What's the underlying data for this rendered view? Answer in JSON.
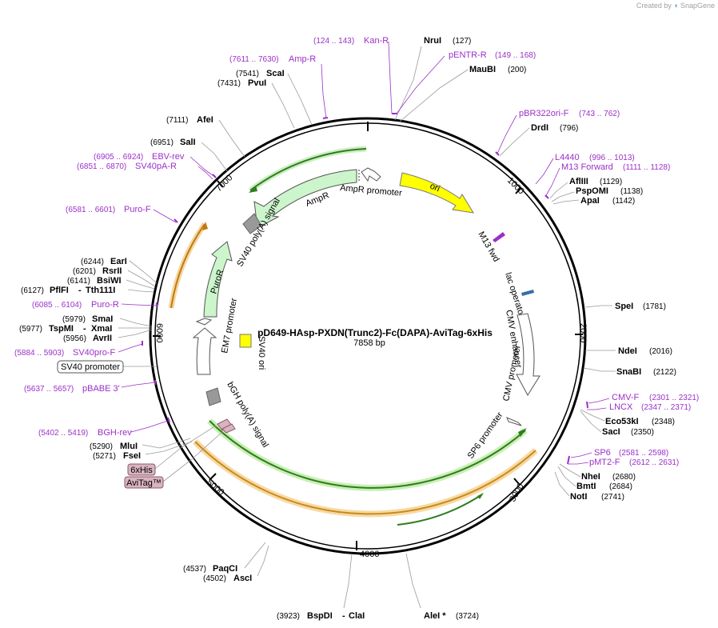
{
  "credit": {
    "prefix": "Created by",
    "brand": "SnapGene"
  },
  "plasmid": {
    "name": "pD649-HAsp-PXDN(Trunc2)-Fc(DAPA)-AviTag-6xHis",
    "length": "7858 bp"
  },
  "ticks": [
    "1000",
    "2000",
    "3000",
    "4000",
    "5000",
    "6000",
    "7000"
  ],
  "enzymes": [
    {
      "name": "NruI",
      "pos": "(127)"
    },
    {
      "name": "MauBI",
      "pos": "(200)"
    },
    {
      "name": "DrdI",
      "pos": "(796)"
    },
    {
      "name": "AflIII",
      "pos": "(1129)"
    },
    {
      "name": "PspOMI",
      "pos": "(1138)"
    },
    {
      "name": "ApaI",
      "pos": "(1142)"
    },
    {
      "name": "SpeI",
      "pos": "(1781)"
    },
    {
      "name": "NdeI",
      "pos": "(2016)"
    },
    {
      "name": "SnaBI",
      "pos": "(2122)"
    },
    {
      "name": "Eco53kI",
      "pos": "(2348)"
    },
    {
      "name": "SacI",
      "pos": "(2350)"
    },
    {
      "name": "NheI",
      "pos": "(2680)"
    },
    {
      "name": "BmtI",
      "pos": "(2684)"
    },
    {
      "name": "NotI",
      "pos": "(2741)"
    },
    {
      "name": "AleI *",
      "pos": "(3724)"
    },
    {
      "name": "BspDI",
      "pos": "(3923)",
      "alt": "ClaI"
    },
    {
      "name": "AscI",
      "pos": "(4502)"
    },
    {
      "name": "PaqCI",
      "pos": "(4537)"
    },
    {
      "name": "FseI",
      "pos": "(5271)"
    },
    {
      "name": "MluI",
      "pos": "(5290)"
    },
    {
      "name": "AvrII",
      "pos": "(5956)"
    },
    {
      "name": "TspMI",
      "pos": "(5977)",
      "alt": "XmaI"
    },
    {
      "name": "SmaI",
      "pos": "(5979)"
    },
    {
      "name": "PflFI",
      "pos": "(6127)",
      "alt": "Tth111I"
    },
    {
      "name": "BsiWI",
      "pos": "(6141)"
    },
    {
      "name": "RsrII",
      "pos": "(6201)"
    },
    {
      "name": "EarI",
      "pos": "(6244)"
    },
    {
      "name": "SalI",
      "pos": "(6951)"
    },
    {
      "name": "AfeI",
      "pos": "(7111)"
    },
    {
      "name": "PvuI",
      "pos": "(7431)"
    },
    {
      "name": "ScaI",
      "pos": "(7541)"
    }
  ],
  "primers": [
    {
      "name": "Kan-R",
      "range": "(124 .. 143)"
    },
    {
      "name": "pENTR-R",
      "range": "(149 .. 168)"
    },
    {
      "name": "Amp-R",
      "range": "(7611 .. 7630)"
    },
    {
      "name": "pBR322ori-F",
      "range": "(743 .. 762)"
    },
    {
      "name": "L4440",
      "range": "(996 .. 1013)"
    },
    {
      "name": "M13 Forward",
      "range": "(1111 .. 1128)"
    },
    {
      "name": "CMV-F",
      "range": "(2301 .. 2321)"
    },
    {
      "name": "LNCX",
      "range": "(2347 .. 2371)"
    },
    {
      "name": "SP6",
      "range": "(2581 .. 2598)"
    },
    {
      "name": "pMT2-F",
      "range": "(2612 .. 2631)"
    },
    {
      "name": "EBV-rev",
      "range": "(6905 .. 6924)"
    },
    {
      "name": "SV40pA-R",
      "range": "(6851 .. 6870)"
    },
    {
      "name": "Puro-F",
      "range": "(6581 .. 6601)"
    },
    {
      "name": "Puro-R",
      "range": "(6085 .. 6104)"
    },
    {
      "name": "SV40pro-F",
      "range": "(5884 .. 5903)"
    },
    {
      "name": "pBABE 3'",
      "range": "(5637 .. 5657)"
    },
    {
      "name": "BGH-rev",
      "range": "(5402 .. 5419)"
    }
  ],
  "boxed_features": [
    "SV40 promoter",
    "6xHis",
    "AviTag™"
  ],
  "features": [
    {
      "name": "AmpR promoter",
      "color": "#ffffff"
    },
    {
      "name": "AmpR",
      "color": "#ccf5cc"
    },
    {
      "name": "ori",
      "color": "#ffff00"
    },
    {
      "name": "SV40 poly(A) signal",
      "color": "#999999"
    },
    {
      "name": "M13 fwd",
      "color": "#9b30c8"
    },
    {
      "name": "lac operator",
      "color": "#3a6ea5"
    },
    {
      "name": "CMV enhancer",
      "color": "#ffffff"
    },
    {
      "name": "CMV promoter",
      "color": "#ffffff"
    },
    {
      "name": "SP6 promoter",
      "color": "#ffffff"
    },
    {
      "name": "PuroR",
      "color": "#ccf5cc"
    },
    {
      "name": "EM7 promoter",
      "color": "#ffffff"
    },
    {
      "name": "SV40 ori",
      "color": "#ffff00"
    },
    {
      "name": "bGH poly(A) signal",
      "color": "#999999"
    }
  ],
  "colors": {
    "backbone": "#000000",
    "enzyme_line": "#9a9a9a",
    "primer": "#9b30c8",
    "orf_green": "#2e7d1e",
    "orf_orange": "#e8a030",
    "tag_fill": "#d9b3c0"
  }
}
